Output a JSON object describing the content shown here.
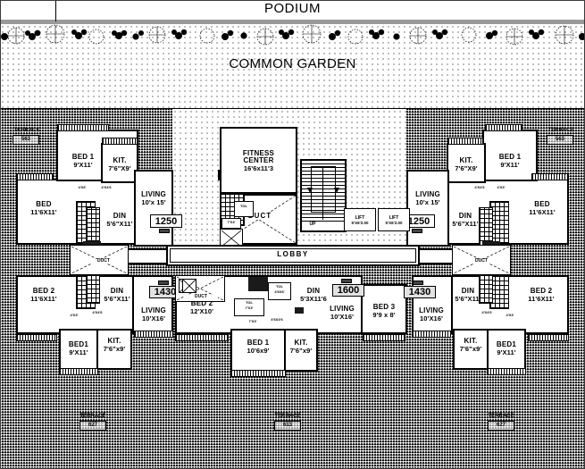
{
  "title": "PODIUM",
  "garden": {
    "label": "COMMON GARDEN"
  },
  "common": {
    "fitness_name": "FITNESS",
    "fitness_name2": "CENTER",
    "fitness_dim": "16'6x11'3",
    "lobby": "LOBBY",
    "duct": "DUCT",
    "duct2": "DUCT",
    "duct3": "DUCT",
    "duct4": "DUCT",
    "up": "UP",
    "lift1_name": "LIFT",
    "lift1_dim": "5'X6'2.00",
    "lift2_name": "LIFT",
    "lift2_dim": "5'X6'2.00",
    "tol_name": "TOL",
    "tol_dim": "7'X4'",
    "tol2_name": "TOL",
    "tol2_dim": "4'6X6'",
    "wc_dim": "7'X3'"
  },
  "terraces": [
    {
      "name": "TERRACE",
      "area": "563"
    },
    {
      "name": "TERRACE",
      "area": "563"
    },
    {
      "name": "TERRACE",
      "area": "627"
    },
    {
      "name": "TERRACE",
      "area": "613"
    },
    {
      "name": "TERRACE",
      "area": "627"
    }
  ],
  "areas": {
    "top_left": "1250",
    "top_right": "1250",
    "bottom_left": "1430",
    "bottom_center": "1600",
    "bottom_right": "1430"
  },
  "units": {
    "top_left": {
      "rooms": [
        {
          "name": "BED 1",
          "dim": "9'X11'"
        },
        {
          "name": "KIT.",
          "dim": "7'6\"X9'"
        },
        {
          "name": "BED",
          "dim": "11'6X11'"
        },
        {
          "name": "LIVING",
          "dim": "10'x 15'"
        },
        {
          "name": "DIN",
          "dim": "5'6\"X11'"
        }
      ],
      "notes": [
        "4'X6'",
        "4'X4'6"
      ]
    },
    "top_right": {
      "rooms": [
        {
          "name": "KIT.",
          "dim": "7'6\"X9'"
        },
        {
          "name": "BED 1",
          "dim": "9'X11'"
        },
        {
          "name": "LIVING",
          "dim": "10'x 15'"
        },
        {
          "name": "DIN",
          "dim": "5'6\"X11'"
        },
        {
          "name": "BED",
          "dim": "11'6X11'"
        }
      ],
      "notes": [
        "4'X4'6",
        "4'X3'"
      ]
    },
    "bottom_left": {
      "rooms": [
        {
          "name": "BED 2",
          "dim": "11'6X11'"
        },
        {
          "name": "DIN",
          "dim": "5'6\"X11'"
        },
        {
          "name": "LIVING",
          "dim": "10'X16'"
        },
        {
          "name": "BED1",
          "dim": "9'X11'"
        },
        {
          "name": "KIT.",
          "dim": "7'6\"x9'"
        }
      ],
      "notes": [
        "4'X3'",
        "4'X4'6"
      ]
    },
    "bottom_center": {
      "rooms": [
        {
          "name": "BED 2",
          "dim": "12'X10'"
        },
        {
          "name": "BED 1",
          "dim": "10'6x9'"
        },
        {
          "name": "KIT.",
          "dim": "7'6\"x9'"
        },
        {
          "name": "DIN",
          "dim": "5'3X11'6"
        },
        {
          "name": "BED 3",
          "dim": "9'9 x 8'"
        },
        {
          "name": "LIVING",
          "dim": "10'X16'"
        }
      ],
      "notes": [
        "7'X3'",
        "4'6X4'6"
      ]
    },
    "bottom_right": {
      "rooms": [
        {
          "name": "DIN",
          "dim": "5'6\"X11'"
        },
        {
          "name": "BED 2",
          "dim": "11'6X11'"
        },
        {
          "name": "LIVING",
          "dim": "10'X16'"
        },
        {
          "name": "KIT.",
          "dim": "7'6\"x9'"
        },
        {
          "name": "BED1",
          "dim": "9'X11'"
        }
      ],
      "notes": [
        "4'X4'6",
        "4'X3'"
      ]
    }
  }
}
